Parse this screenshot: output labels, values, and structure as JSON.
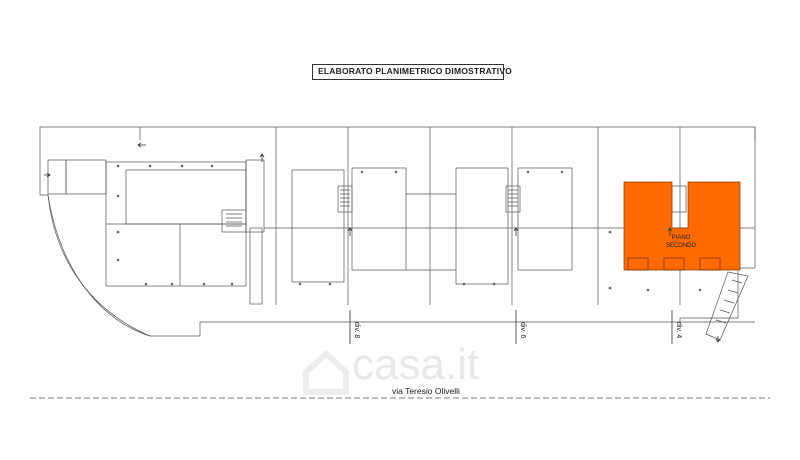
{
  "title": "ELABORATO  PLANIMETRICO  DIMOSTRATIVO",
  "street": "via Teresio Olivelli",
  "unit": {
    "line1": "PIANO",
    "line2": "SECONDO",
    "color": "#FF6A00"
  },
  "divisions": [
    {
      "label": "div. 8"
    },
    {
      "label": "div. 6"
    },
    {
      "label": "div. 4"
    }
  ],
  "watermark": "casa.it"
}
